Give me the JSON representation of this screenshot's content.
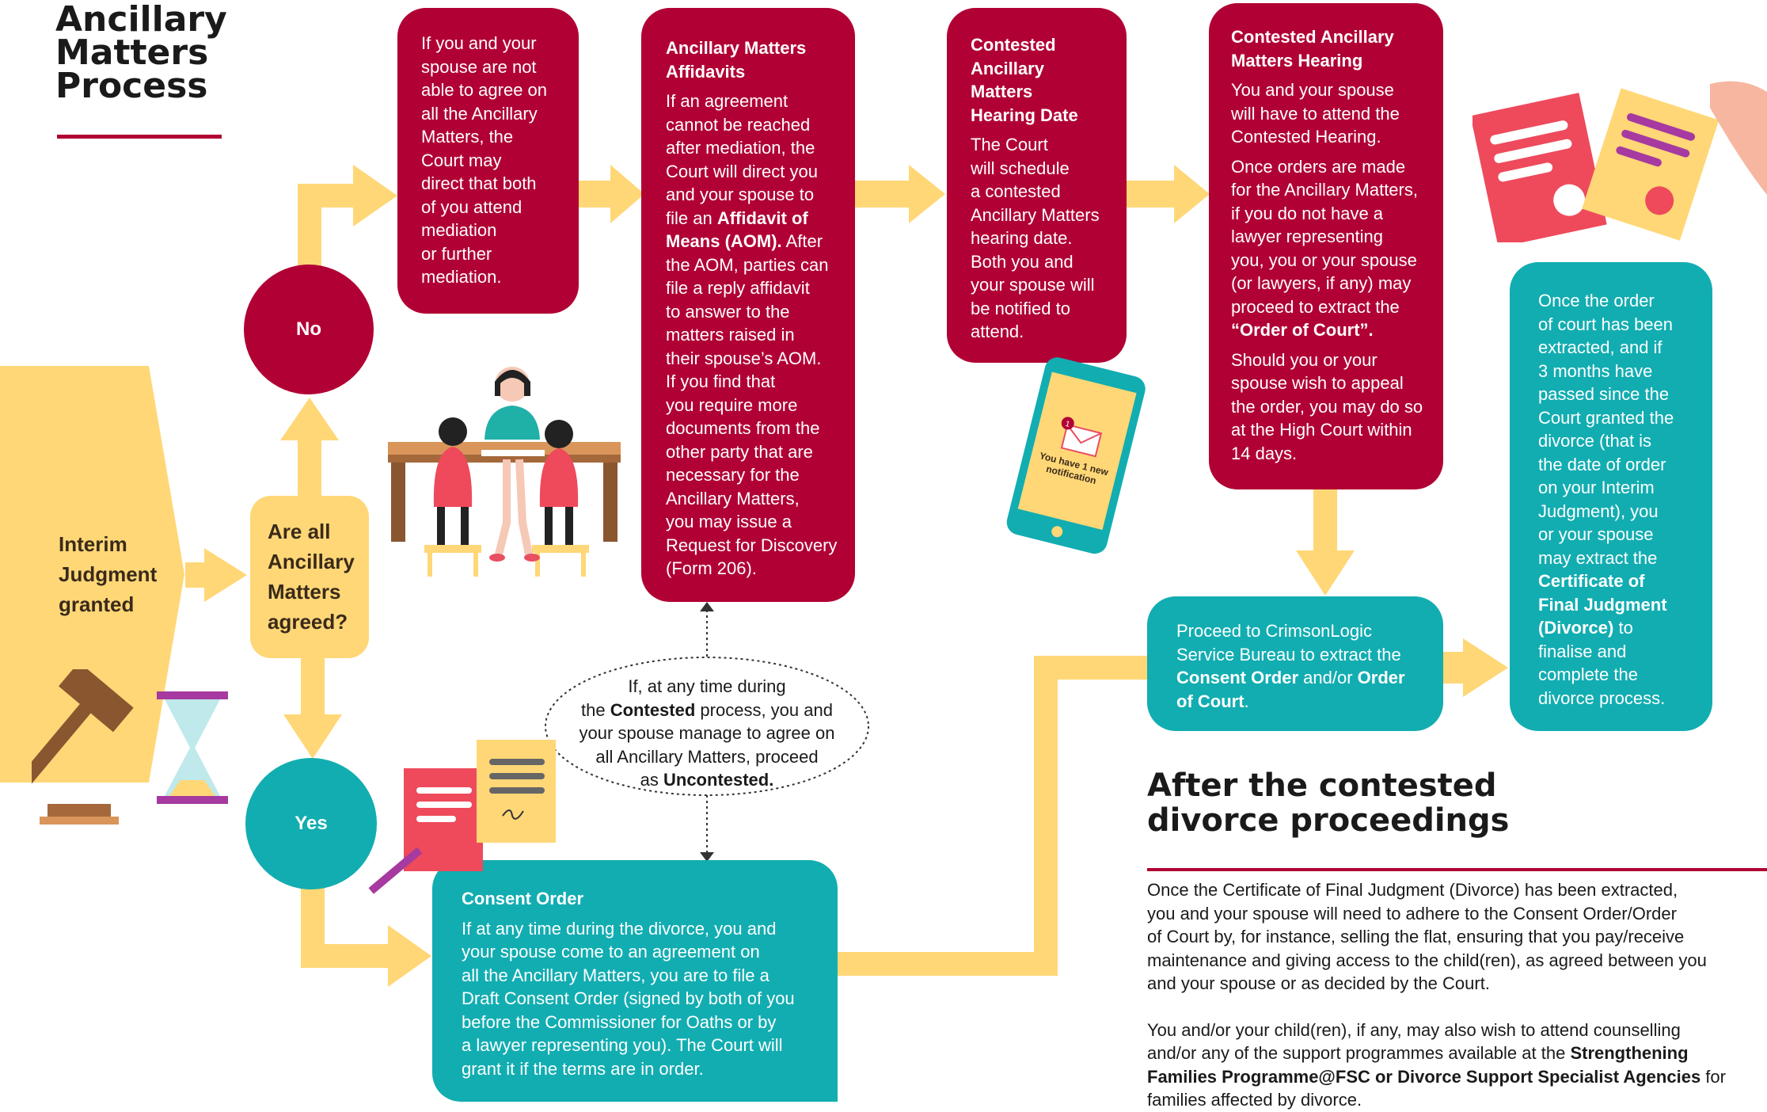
{
  "title": [
    "Ancillary",
    "Matters",
    "Process"
  ],
  "start": {
    "label": [
      "Interim",
      "Judgment",
      "granted"
    ]
  },
  "decision": {
    "label": [
      "Are all",
      "Ancillary",
      "Matters",
      "agreed?"
    ]
  },
  "no_label": "No",
  "yes_label": "Yes",
  "mediation_box": {
    "text": [
      "If you and your",
      "spouse are not",
      "able to agree on",
      "all the Ancillary",
      "Matters, the",
      "Court may",
      "direct that both",
      "of you attend",
      "mediation",
      "or further",
      "mediation."
    ]
  },
  "affidavits_box": {
    "heading": [
      "Ancillary Matters",
      "Affidavits"
    ],
    "text_a": [
      "If an agreement",
      "cannot be reached",
      "after mediation, the",
      "Court will direct you",
      "and your spouse to"
    ],
    "text_b_pre": "file an ",
    "text_b_bold": "Affidavit of",
    "text_c_bold": "Means (AOM).",
    "text_c_post": " After",
    "text_d": [
      "the AOM, parties can",
      "file a reply affidavit",
      "to answer to the",
      "matters raised in",
      "their spouse’s AOM.",
      "If you find that",
      "you require more",
      "documents from the",
      "other party that are",
      "necessary for the",
      "Ancillary Matters,",
      "you may issue a",
      "Request for Discovery",
      "(Form 206)."
    ]
  },
  "hearing_date_box": {
    "heading": [
      "Contested",
      "Ancillary",
      "Matters",
      "Hearing Date"
    ],
    "text": [
      "The Court",
      "will schedule",
      "a contested",
      "Ancillary Matters",
      "hearing date.",
      "Both you and",
      "your spouse will",
      "be notified to",
      "attend."
    ]
  },
  "hearing_box": {
    "heading": [
      "Contested Ancillary",
      "Matters Hearing"
    ],
    "text_1": [
      "You and your spouse",
      "will have to attend the",
      "Contested Hearing."
    ],
    "text_2": [
      "Once orders are made",
      "for the Ancillary Matters,",
      "if you do not have a",
      "lawyer representing",
      "you, you or your spouse",
      "(or lawyers, if any) may",
      "proceed to extract the"
    ],
    "text_2_bold": "“Order of Court”.",
    "text_3": [
      "Should you or your",
      "spouse wish to appeal",
      "the order, you may do so",
      "at the High Court within",
      "14 days."
    ]
  },
  "crimson_box": {
    "line1": "Proceed to CrimsonLogic",
    "line2": "Service Bureau to extract the",
    "line3_bold1": "Consent Order",
    "line3_mid": " and/or ",
    "line3_bold2": "Order",
    "line4_bold": "of Court",
    "line4_post": "."
  },
  "final_box": {
    "text": [
      "Once the order",
      "of court has been",
      "extracted, and if",
      "3 months have",
      "passed since the",
      "Court granted the",
      "divorce (that is",
      "the date of order",
      "on your Interim",
      "Judgment), you",
      "or your spouse",
      "may extract the"
    ],
    "bold": [
      "Certificate of",
      "Final Judgment",
      "(Divorce)"
    ],
    "bold_post": " to",
    "tail": [
      "finalise and",
      "complete the",
      "divorce process."
    ]
  },
  "consent_box": {
    "heading": "Consent Order",
    "text": [
      "If at any time during the divorce, you and",
      "your spouse come to an agreement on",
      "all the Ancillary Matters, you are to file a",
      "Draft Consent Order (signed by both of you",
      "before the Commissioner for Oaths or by",
      "a lawyer representing you). The Court will",
      "grant it if the terms are in order."
    ]
  },
  "ellipse_note": {
    "line1": "If, at any time during",
    "line2_pre": "the ",
    "line2_bold": "Contested",
    "line2_post": " process, you and",
    "line3": "your spouse manage to agree on",
    "line4": "all Ancillary Matters, proceed",
    "line5_pre": "as ",
    "line5_bold": "Uncontested."
  },
  "phone_notification": [
    "You have 1 new",
    "notification"
  ],
  "phone_badge": "1",
  "after_section": {
    "heading": [
      "After the contested",
      "divorce proceedings"
    ],
    "para1": [
      "Once the Certificate of Final Judgment (Divorce) has been extracted,",
      "you and your spouse will need to adhere to the Consent Order/Order",
      "of Court by, for instance, selling the flat, ensuring that you pay/receive",
      "maintenance and giving access to the child(ren), as agreed between you",
      "and your spouse or as decided by the Court."
    ],
    "para2_line1": "You and/or your child(ren), if any, may also wish to attend counselling",
    "para2_line2_pre": "and/or any of the support programmes available at the ",
    "para2_line2_bold": "Strengthening",
    "para2_line3_bold": "Families Programme@FSC or Divorce Support Specialist Agencies",
    "para2_line3_post": " for",
    "para2_line4": "families affected by divorce."
  },
  "colors": {
    "red": "#b10034",
    "teal": "#12adb1",
    "yellow": "#ffd777",
    "pink": "#ee4a5c"
  }
}
